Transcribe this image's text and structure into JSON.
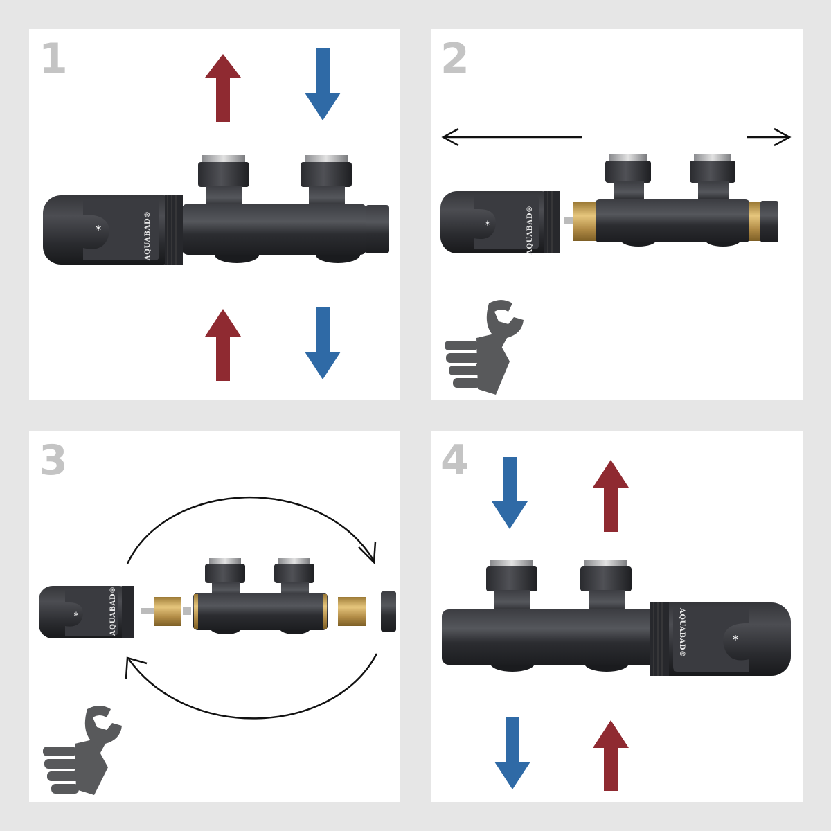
{
  "steps": [
    {
      "number": "1"
    },
    {
      "number": "2"
    },
    {
      "number": "3"
    },
    {
      "number": "4"
    }
  ],
  "brand": "AQUABAD",
  "brand_mark": "®",
  "cap_symbol": "*",
  "colors": {
    "hot_arrow": "#8f2a31",
    "cold_arrow": "#2f6aa6",
    "valve_body": "#2f3034",
    "brass": "#c8a35a",
    "tool_icon": "#58595b",
    "step_number": "#c4c4c4",
    "panel_bg": "#ffffff",
    "page_bg": "#e6e6e6"
  },
  "icons": [
    "hot-flow-arrow",
    "cold-flow-arrow",
    "wrench-hand-icon",
    "rotate-arrow",
    "move-arrow"
  ]
}
